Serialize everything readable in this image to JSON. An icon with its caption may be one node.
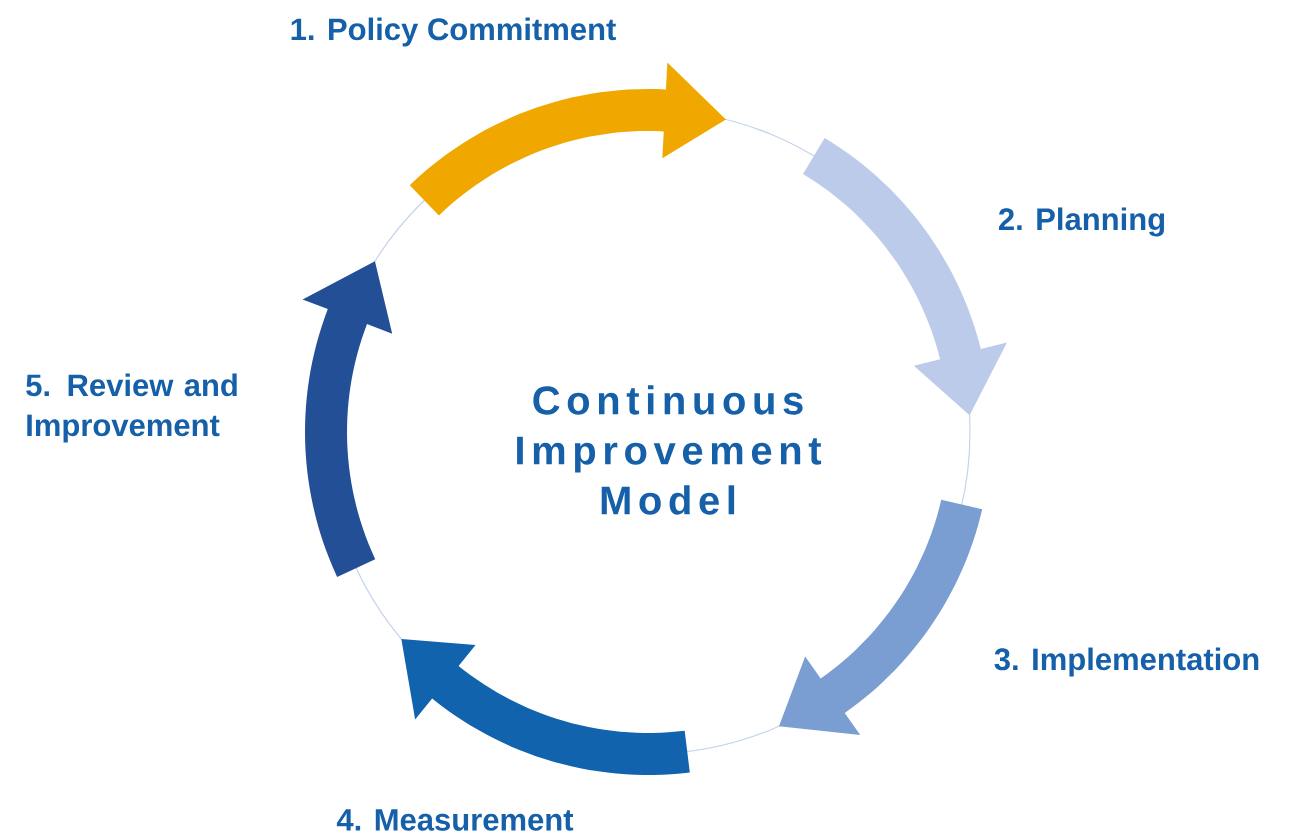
{
  "diagram": {
    "title": "Continuous Improvement Model",
    "labels": [
      "1. Policy Commitment",
      "2. Planning",
      "3. Implementation",
      "4. Measurement",
      "5. Review and Improvement"
    ]
  }
}
